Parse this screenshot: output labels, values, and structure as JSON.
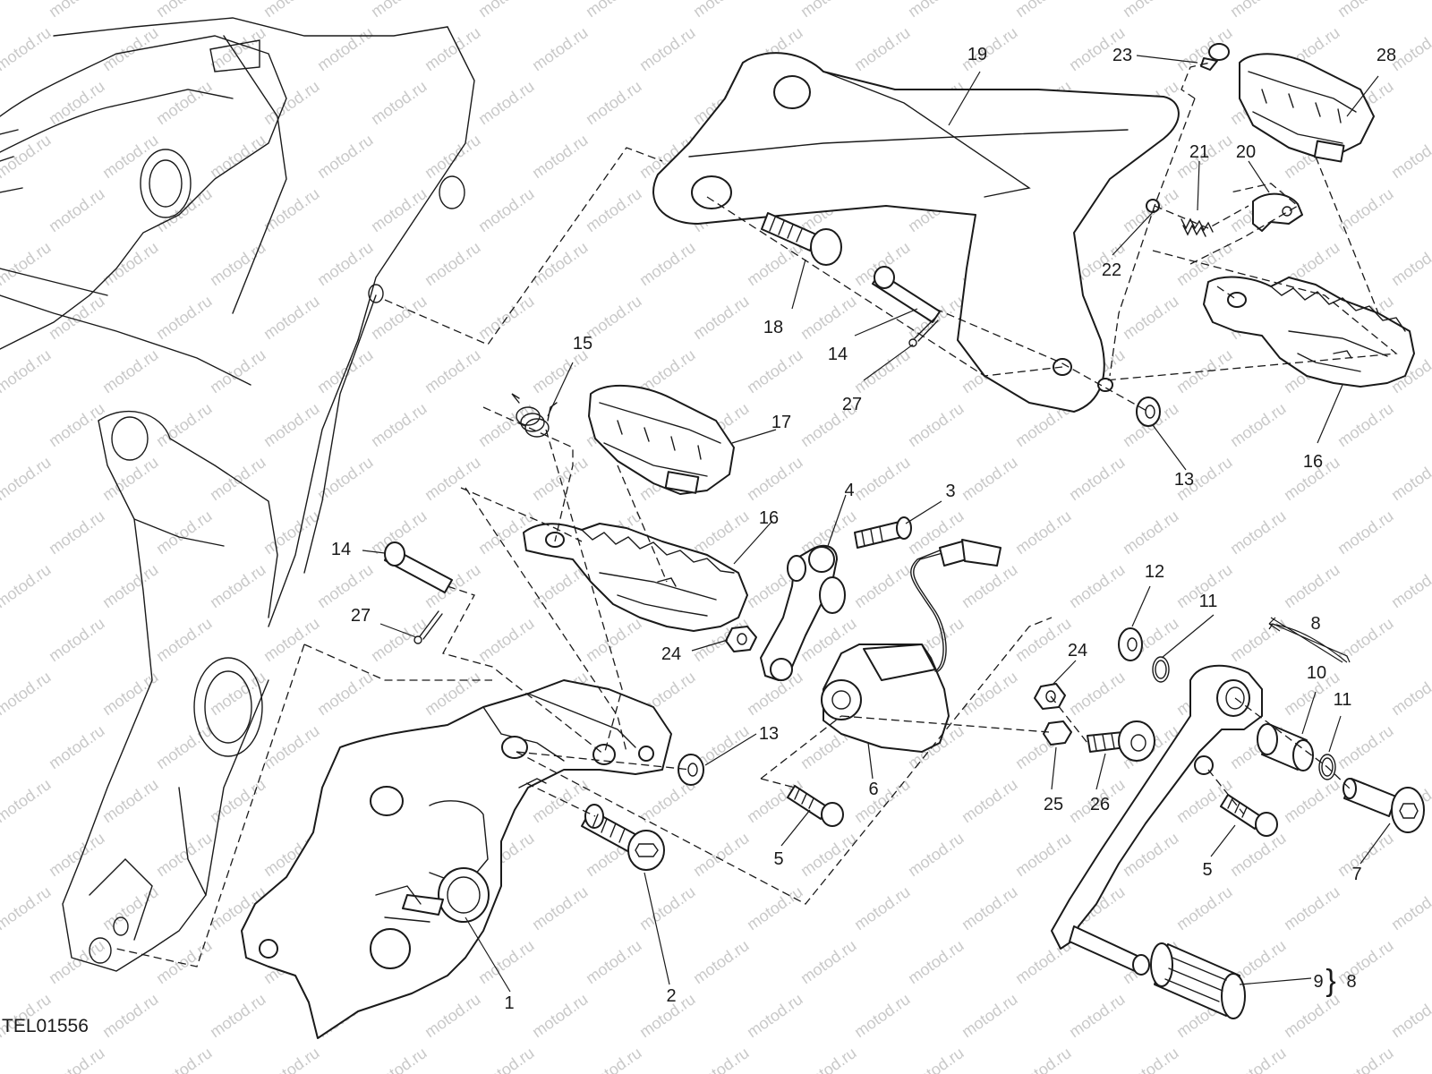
{
  "drawing_code": "TEL01556",
  "watermark": "motod.ru",
  "callouts": {
    "c1": "1",
    "c2": "2",
    "c3": "3",
    "c4": "4",
    "c5a": "5",
    "c5b": "5",
    "c6": "6",
    "c7": "7",
    "c8a": "8",
    "c8b": "8",
    "c9": "9",
    "c10": "10",
    "c11a": "11",
    "c11b": "11",
    "c12": "12",
    "c13a": "13",
    "c13b": "13",
    "c14a": "14",
    "c14b": "14",
    "c15": "15",
    "c16a": "16",
    "c16b": "16",
    "c17": "17",
    "c18": "18",
    "c19": "19",
    "c20": "20",
    "c21": "21",
    "c22": "22",
    "c23": "23",
    "c24a": "24",
    "c24b": "24",
    "c25": "25",
    "c26": "26",
    "c27a": "27",
    "c27b": "27",
    "c28": "28"
  },
  "brace_symbol": "}"
}
